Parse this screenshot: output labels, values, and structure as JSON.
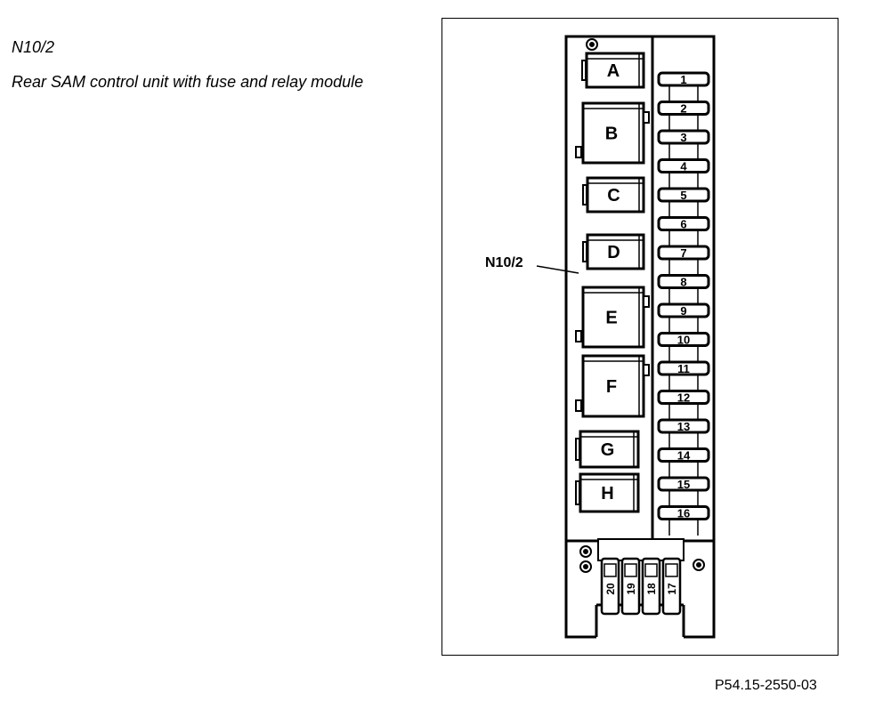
{
  "captions": {
    "component_code": "N10/2",
    "component_name": "Rear SAM control unit with fuse and relay module"
  },
  "diagram": {
    "callout_label": "N10/2",
    "relays": [
      "A",
      "B",
      "C",
      "D",
      "E",
      "F",
      "G",
      "H"
    ],
    "fuses": [
      "1",
      "2",
      "3",
      "4",
      "5",
      "6",
      "7",
      "8",
      "9",
      "10",
      "11",
      "12",
      "13",
      "14",
      "15",
      "16"
    ],
    "bottom_fuses": [
      "20",
      "19",
      "18",
      "17"
    ]
  },
  "figure_ref": "P54.15-2550-03"
}
